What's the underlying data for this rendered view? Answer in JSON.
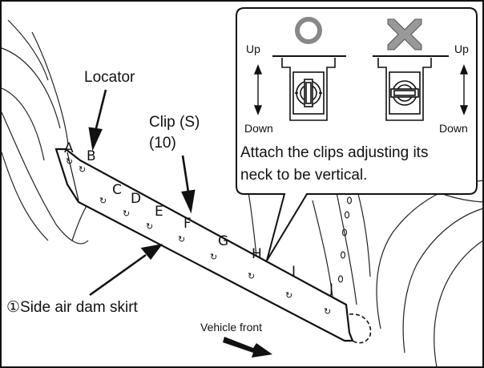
{
  "labels": {
    "locator": "Locator",
    "clip_line1": "Clip (S)",
    "clip_line2": "(10)",
    "part_name": "①Side air dam skirt",
    "vehicle_front": "Vehicle front"
  },
  "clip_points": [
    "A",
    "B",
    "C",
    "D",
    "E",
    "F",
    "G",
    "H",
    "I",
    "J"
  ],
  "callout": {
    "up_left": "Up",
    "down_left": "Down",
    "up_right": "Up",
    "down_right": "Down",
    "good_symbol": "circle-ok-icon",
    "bad_symbol": "cross-ng-icon",
    "instruction_line1": "Attach the clips adjusting its",
    "instruction_line2": "neck to be vertical."
  }
}
